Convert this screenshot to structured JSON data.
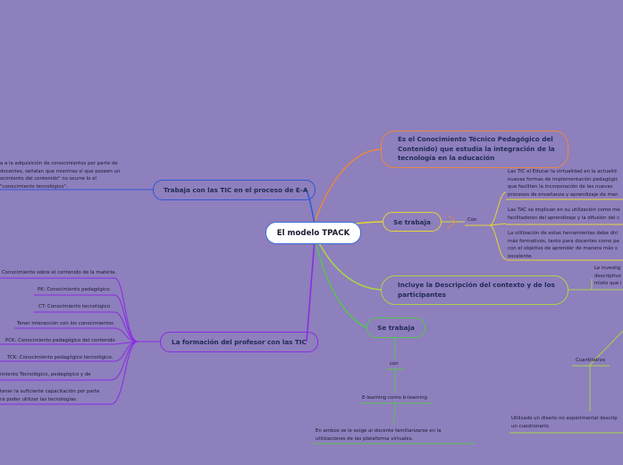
{
  "central": "El modelo TPACK",
  "right": {
    "n1": "Es el Conocimiento Técnico Pedagógico del Contenido) que estudia la integración de la tecnología en la educación",
    "n2": "Se trabaja",
    "n2_con": "Con",
    "n2_items": [
      "Las TIC el  Educar la virtualidad en la actualid nuevas formas de implementación pedagógic  que faciliten la incorporación de las nuevas procesos de enseñanza y aprendizaje de man",
      "Las TAC se implican en su utilización como me facilitadores del aprendizaje y la difusión del c",
      "La utilización de estas herramientas debe diri más formativos, tanto para docentes como pa con el objetivo de aprender de manera más s excelente."
    ],
    "n3": "Incluye la Descripción del contexto y de los participantes",
    "n3_desc": "Le investig descriptivo mixto que i",
    "n3_cuant": "Cuantitativo",
    "n3_cuant_text": "Utilizado un diseño no experimental descrip un cuestionario.",
    "n4": "Se trabaja",
    "n4_con": "con",
    "n4_elearning": "E-learning como b-learning",
    "n4_text": "En ambos se le exige al docente familiarizarse en la utilizaciones de las plataforma virtuales."
  },
  "left": {
    "n5": "Trabaja con las TIC en el proceso de E-A",
    "n5_text": "a a la adquisición de conocimientos por parte de docentes, señalan que mientras sí que poseen un ocimiento del contenido\" no ocurre lo el \"conocimiento tecnológico\".",
    "n6": "La formación del profesor con las TIC",
    "n6_items": [
      "Conocimiento sobre el contenido de la materia.",
      "PK: Conocimiento pedagógico.",
      "CT: Conocimiento tecnológico",
      "Tener interacción con los conocimientos",
      "PCK: Conocimiento pedagógico del contenido",
      "TCK: Conocimiento pedagógico tecnológico.",
      "imiento Tecnológico, pedagógico y de",
      "tener la suficiente capacitación por parte ra poder utilizar las tecnologías."
    ]
  },
  "colors": {
    "background": "#8e7fbd",
    "central_border": "#3f6fd8",
    "orange": "#e68a3f",
    "yellow": "#e3d536",
    "lime": "#a8d44a",
    "green": "#56c451",
    "blue": "#2d57d6",
    "purple": "#8a2be2"
  }
}
